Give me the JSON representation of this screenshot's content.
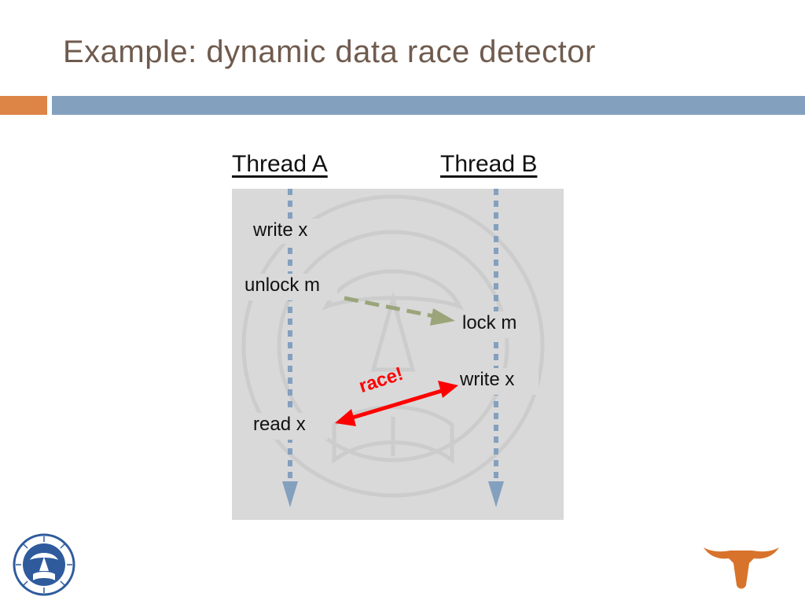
{
  "slide": {
    "title": "Example: dynamic data race detector"
  },
  "colors": {
    "title": "#6f5b4e",
    "accent_orange": "#dd8447",
    "accent_blue": "#84a0bf",
    "panel_bg": "#d9d9d9",
    "thread_line": "#84a0bf",
    "sync_arrow": "#9aa57a",
    "race_arrow": "#ff0000",
    "seal": "#2f5b9d",
    "longhorn": "#d8732b"
  },
  "diagram": {
    "threads": [
      {
        "label": "Thread A"
      },
      {
        "label": "Thread B"
      }
    ],
    "ops": {
      "write_x_a": "write x",
      "unlock_m": "unlock m",
      "lock_m": "lock m",
      "write_x_b": "write x",
      "read_x": "read x"
    },
    "race_label": "race!"
  },
  "icons": {
    "watermark": "university-seal-icon",
    "logo_left": "tufts-seal-icon",
    "logo_right": "longhorn-icon"
  }
}
